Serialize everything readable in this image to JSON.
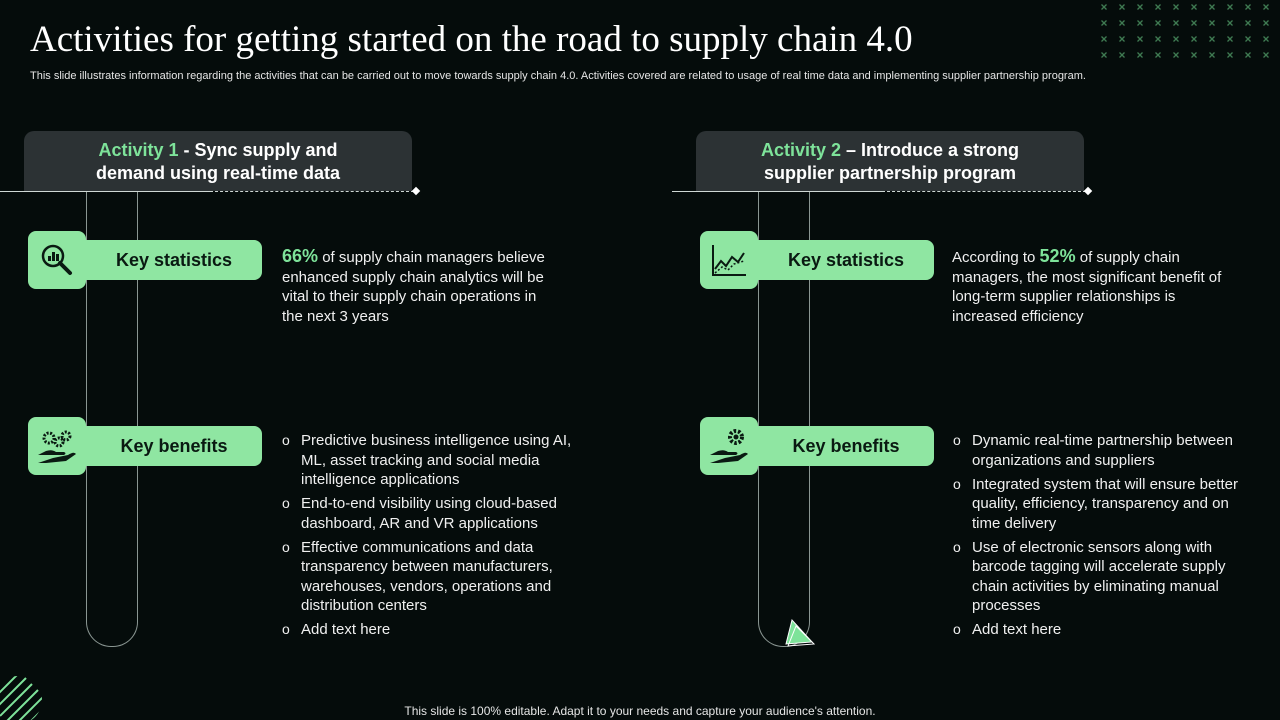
{
  "title": "Activities for getting started on the road to supply chain 4.0",
  "subtitle": "This slide illustrates information regarding the activities that can be carried out to move towards supply chain 4.0. Activities  covered are related to usage of real time data and implementing supplier partnership program.",
  "footer": "This slide is 100% editable. Adapt it to your needs and capture your audience's attention.",
  "colors": {
    "accent": "#7ee39a",
    "pill": "#8fe6a2",
    "header_bg": "#2c3234",
    "background": "#050c0b"
  },
  "activity1": {
    "label": "Activity 1",
    "title_line1_rest": " - Sync supply and",
    "title_line2": "demand using real-time data",
    "stats_label": "Key statistics",
    "stats_icon": "magnifier-chart-icon",
    "stat_value": "66%",
    "stat_text": " of supply chain managers believe enhanced supply chain analytics will be vital to their supply chain operations in the next 3 years",
    "benefits_label": "Key benefits",
    "benefits_icon": "hand-gears-icon",
    "benefits": [
      "Predictive business intelligence using AI, ML, asset tracking and social media intelligence applications",
      "End-to-end visibility using cloud-based dashboard, AR and VR applications",
      "Effective communications and data transparency  between manufacturers, warehouses, vendors, operations and distribution centers",
      "Add text here"
    ]
  },
  "activity2": {
    "label": "Activity 2",
    "title_line1_rest": " – Introduce a strong",
    "title_line2": "supplier partnership program",
    "stats_label": "Key statistics",
    "stats_icon": "line-chart-icon",
    "stat_prefix": "According to ",
    "stat_value": "52%",
    "stat_text": " of supply chain managers, the most significant benefit of long-term supplier relationships is increased efficiency",
    "benefits_label": "Key benefits",
    "benefits_icon": "hand-gear-icon",
    "benefits": [
      "Dynamic real-time partnership between organizations and suppliers",
      "Integrated system that will ensure better quality, efficiency, transparency and on time delivery",
      "Use of electronic sensors along with barcode tagging will accelerate supply chain activities by eliminating manual processes",
      "Add text here"
    ]
  }
}
